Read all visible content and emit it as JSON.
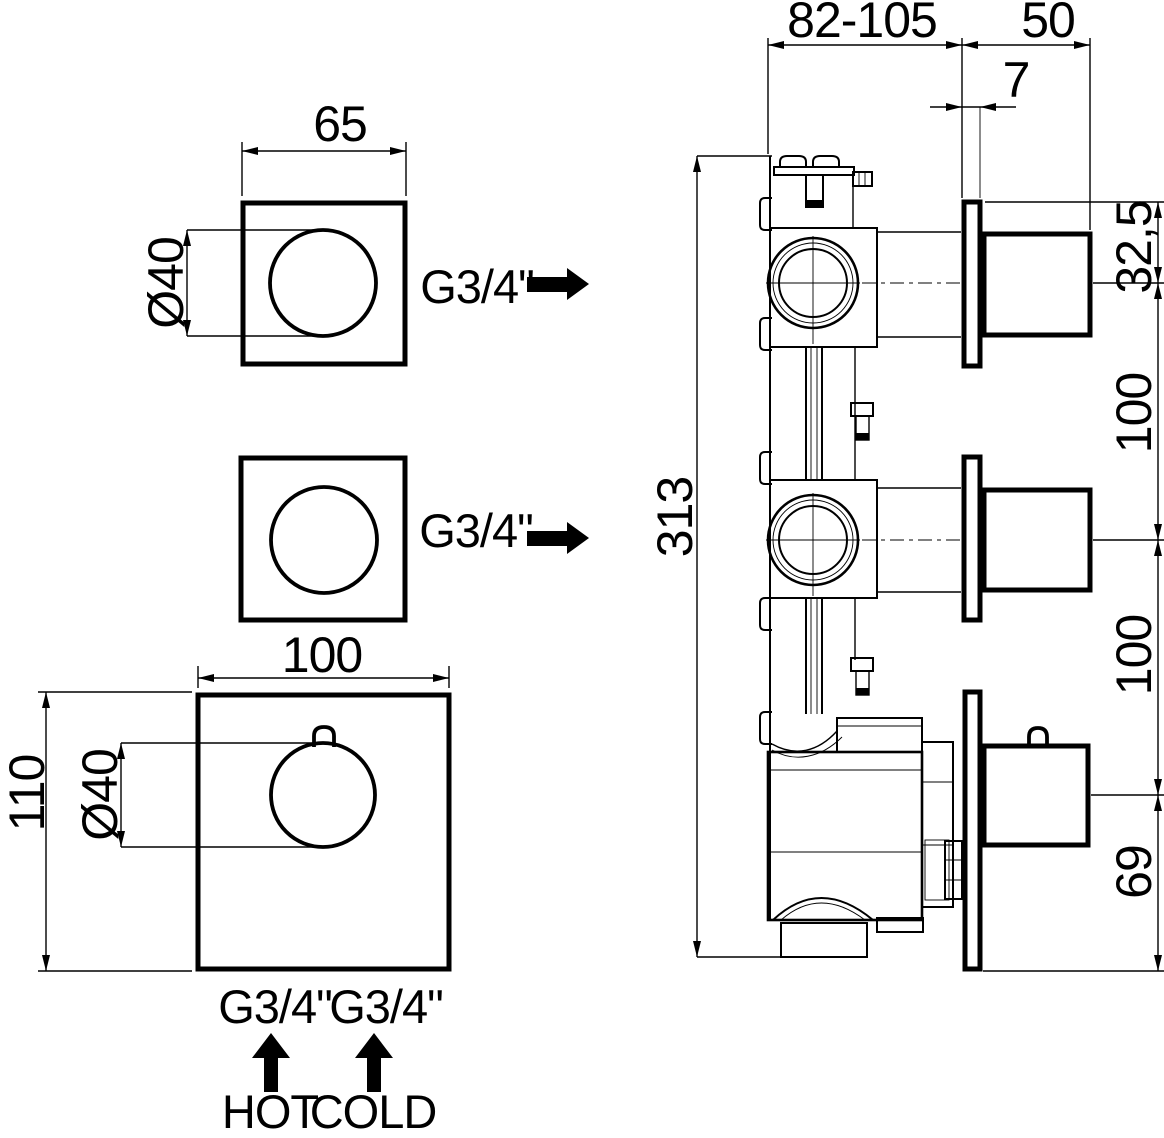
{
  "colors": {
    "line": "#000000",
    "background": "#ffffff"
  },
  "labels": {
    "front_top": {
      "width": "65",
      "diameter": "Ø40",
      "port": "G3/4\""
    },
    "front_middle": {
      "port": "G3/4\""
    },
    "front_bottom": {
      "width": "100",
      "height": "110",
      "diameter": "Ø40",
      "inlet_left": "G3/4\"",
      "inlet_right": "G3/4\"",
      "hot": "HOT",
      "cold": "COLD"
    },
    "side": {
      "depth_range": "82-105",
      "knob_protrusion": "50",
      "plate_thickness": "7",
      "offset_top": "32,5",
      "spacing_upper": "100",
      "spacing_lower": "100",
      "offset_bottom": "69",
      "overall_height": "313"
    }
  }
}
